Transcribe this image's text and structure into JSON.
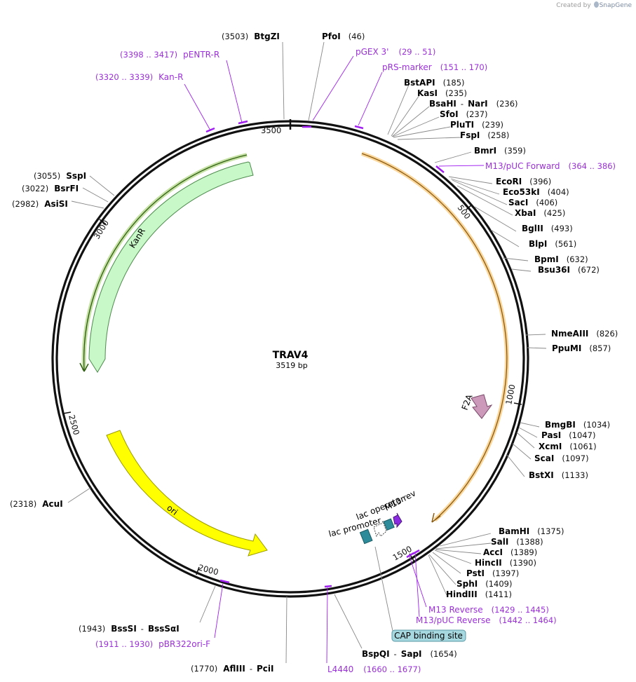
{
  "credit": {
    "prefix": "Created by",
    "brand": "SnapGene"
  },
  "plasmid": {
    "name": "TRAV4",
    "length_text": "3519 bp",
    "length": 3519
  },
  "colors": {
    "primer": "#a020f0",
    "kanr": "#c8f7c8",
    "kanr_edge": "#4caf50",
    "ori": "#ffff00",
    "f2a": "#cc99bb",
    "orange_hl": "#f5a623",
    "cap": "#a6d8e0",
    "lac": "#2e8b9a",
    "m13rev": "#8a2be2"
  },
  "ticks": [
    "500",
    "1000",
    "1500",
    "2000",
    "2500",
    "3000",
    "3500"
  ],
  "enzymes": [
    {
      "name": "BtgZI",
      "pos": "(3503)"
    },
    {
      "name": "PfoI",
      "pos": "(46)"
    },
    {
      "name": "BstAPI",
      "pos": "(185)"
    },
    {
      "name": "KasI",
      "pos": "(235)"
    },
    {
      "name": "BsaHI",
      "sep": "-",
      "name2": "NarI",
      "pos": "(236)"
    },
    {
      "name": "SfoI",
      "pos": "(237)"
    },
    {
      "name": "PluTI",
      "pos": "(239)"
    },
    {
      "name": "FspI",
      "pos": "(258)"
    },
    {
      "name": "BmrI",
      "pos": "(359)"
    },
    {
      "name": "EcoRI",
      "pos": "(396)"
    },
    {
      "name": "Eco53kI",
      "pos": "(404)"
    },
    {
      "name": "SacI",
      "pos": "(406)"
    },
    {
      "name": "XbaI",
      "pos": "(425)"
    },
    {
      "name": "BglII",
      "pos": "(493)"
    },
    {
      "name": "BlpI",
      "pos": "(561)"
    },
    {
      "name": "BpmI",
      "pos": "(632)"
    },
    {
      "name": "Bsu36I",
      "pos": "(672)"
    },
    {
      "name": "NmeAIII",
      "pos": "(826)"
    },
    {
      "name": "PpuMI",
      "pos": "(857)"
    },
    {
      "name": "BmgBI",
      "pos": "(1034)"
    },
    {
      "name": "PasI",
      "pos": "(1047)"
    },
    {
      "name": "XcmI",
      "pos": "(1061)"
    },
    {
      "name": "ScaI",
      "pos": "(1097)"
    },
    {
      "name": "BstXI",
      "pos": "(1133)"
    },
    {
      "name": "BamHI",
      "pos": "(1375)"
    },
    {
      "name": "SalI",
      "pos": "(1388)"
    },
    {
      "name": "AccI",
      "pos": "(1389)"
    },
    {
      "name": "HincII",
      "pos": "(1390)"
    },
    {
      "name": "PstI",
      "pos": "(1397)"
    },
    {
      "name": "SphI",
      "pos": "(1409)"
    },
    {
      "name": "HindIII",
      "pos": "(1411)"
    },
    {
      "name": "BspQI",
      "sep": "-",
      "name2": "SapI",
      "pos": "(1654)"
    },
    {
      "name": "AflIII",
      "sep": "-",
      "name2": "PciI",
      "pos": "(1770)"
    },
    {
      "name": "BssSI",
      "sep": "-",
      "name2": "BssSαI",
      "pos": "(1943)"
    },
    {
      "name": "AcuI",
      "pos": "(2318)"
    },
    {
      "name": "AsiSI",
      "pos": "(2982)"
    },
    {
      "name": "BsrFI",
      "pos": "(3022)"
    },
    {
      "name": "SspI",
      "pos": "(3055)"
    }
  ],
  "primers": [
    {
      "name": "pENTR-R",
      "range": "(3398 .. 3417)"
    },
    {
      "name": "Kan-R",
      "range": "(3320 .. 3339)"
    },
    {
      "name": "pGEX 3'",
      "range": "(29 .. 51)"
    },
    {
      "name": "pRS-marker",
      "range": "(151 .. 170)"
    },
    {
      "name": "M13/pUC Forward",
      "range": "(364 .. 386)"
    },
    {
      "name": "M13 Reverse",
      "range": "(1429 .. 1445)"
    },
    {
      "name": "M13/pUC Reverse",
      "range": "(1442 .. 1464)"
    },
    {
      "name": "L4440",
      "range": "(1660 .. 1677)"
    },
    {
      "name": "pBR322ori-F",
      "range": "(1911 .. 1930)"
    }
  ],
  "features": {
    "kanr": "KanR",
    "ori": "ori",
    "f2a": "F2A",
    "lac_operator": "lac operator",
    "lac_promoter": "lac promoter",
    "m13_rev": "M13 rev",
    "cap": "CAP binding site"
  }
}
